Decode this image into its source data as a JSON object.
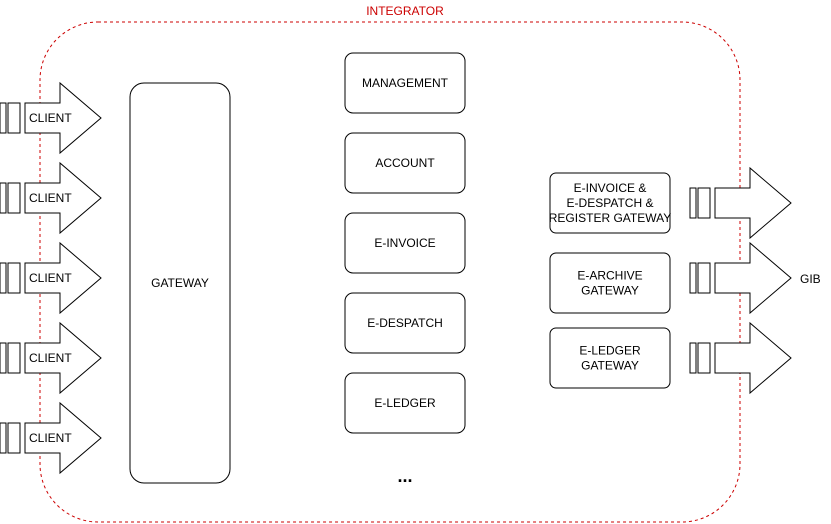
{
  "colors": {
    "container_border": "#cc0000",
    "container_title": "#cc0000",
    "stroke": "#000000",
    "fill": "#ffffff"
  },
  "container": {
    "title": "INTEGRATOR"
  },
  "clients": [
    {
      "label": "CLIENT"
    },
    {
      "label": "CLIENT"
    },
    {
      "label": "CLIENT"
    },
    {
      "label": "CLIENT"
    },
    {
      "label": "CLIENT"
    }
  ],
  "gateway": {
    "label": "GATEWAY"
  },
  "services": [
    {
      "label": "MANAGEMENT"
    },
    {
      "label": "ACCOUNT"
    },
    {
      "label": "E-INVOICE"
    },
    {
      "label": "E-DESPATCH"
    },
    {
      "label": "E-LEDGER"
    }
  ],
  "more_services": "...",
  "external_gateways": [
    {
      "lines": [
        "E-INVOICE &",
        "E-DESPATCH &",
        "REGISTER GATEWAY"
      ]
    },
    {
      "lines": [
        "E-ARCHIVE",
        "GATEWAY"
      ]
    },
    {
      "lines": [
        "E-LEDGER",
        "GATEWAY"
      ]
    }
  ],
  "destination": {
    "label": "GIB"
  }
}
